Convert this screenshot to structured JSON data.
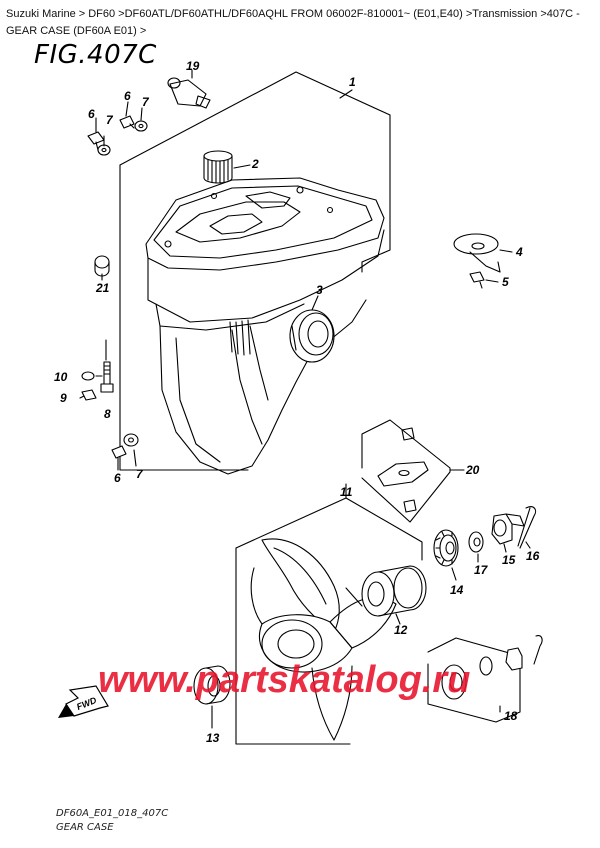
{
  "breadcrumb": {
    "text": "Suzuki Marine > DF60 >DF60ATL/DF60ATHL/DF60AQHL FROM 06002F-810001~ (E01,E40) >Transmission >407C - GEAR CASE (DF60A E01) >"
  },
  "figure": {
    "title": "FIG.407C"
  },
  "callouts": {
    "c1": "1",
    "c2": "2",
    "c3": "3",
    "c4": "4",
    "c5": "5",
    "c6a": "6",
    "c6b": "6",
    "c6c": "6",
    "c7a": "7",
    "c7b": "7",
    "c7c": "7",
    "c8": "8",
    "c9": "9",
    "c10": "10",
    "c11": "11",
    "c12": "12",
    "c13": "13",
    "c14": "14",
    "c15": "15",
    "c16": "16",
    "c17": "17",
    "c18": "18",
    "c19": "19",
    "c20": "20",
    "c21": "21"
  },
  "labels": {
    "fwd": "FWD"
  },
  "watermark": {
    "text": "www.partskatalog.ru"
  },
  "footer": {
    "code": "DF60A_E01_018_407C",
    "caption": "GEAR CASE"
  },
  "colors": {
    "watermark": "#e8122a",
    "line": "#000000",
    "background": "#ffffff"
  }
}
